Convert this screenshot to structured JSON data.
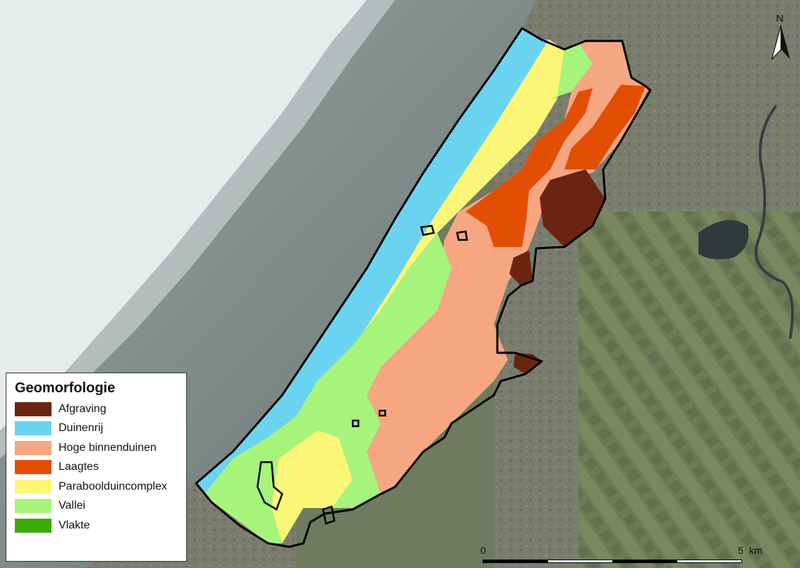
{
  "map": {
    "legend": {
      "title": "Geomorfologie",
      "items": [
        {
          "label": "Afgraving",
          "color": "#6b2410"
        },
        {
          "label": "Duinenrij",
          "color": "#6ad4f0"
        },
        {
          "label": "Hoge binnenduinen",
          "color": "#f7a682"
        },
        {
          "label": "Laagtes",
          "color": "#e34e05"
        },
        {
          "label": "Paraboolduincomplex",
          "color": "#fbf678"
        },
        {
          "label": "Vallei",
          "color": "#a6f47c"
        },
        {
          "label": "Vlakte",
          "color": "#3daa0a"
        }
      ]
    },
    "north_arrow": {
      "label": "N"
    },
    "scale_bar": {
      "start_label": "0",
      "end_label": "5",
      "unit": "km"
    },
    "colors": {
      "sea_haze": "#e6ebec",
      "sea_water": "#7b8784",
      "land": "#6f7a5e",
      "boundary": "#000000"
    }
  }
}
